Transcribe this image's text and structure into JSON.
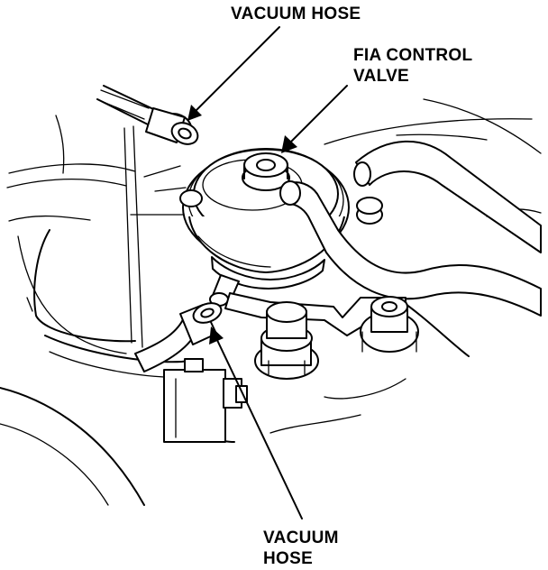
{
  "labels": {
    "vacuum_hose_top": "VACUUM HOSE",
    "fia_control_valve_line1": "FIA CONTROL",
    "fia_control_valve_line2": "VALVE",
    "vacuum_hose_bottom_line1": "VACUUM",
    "vacuum_hose_bottom_line2": "HOSE"
  },
  "colors": {
    "ink": "#000000",
    "paper": "#ffffff"
  }
}
